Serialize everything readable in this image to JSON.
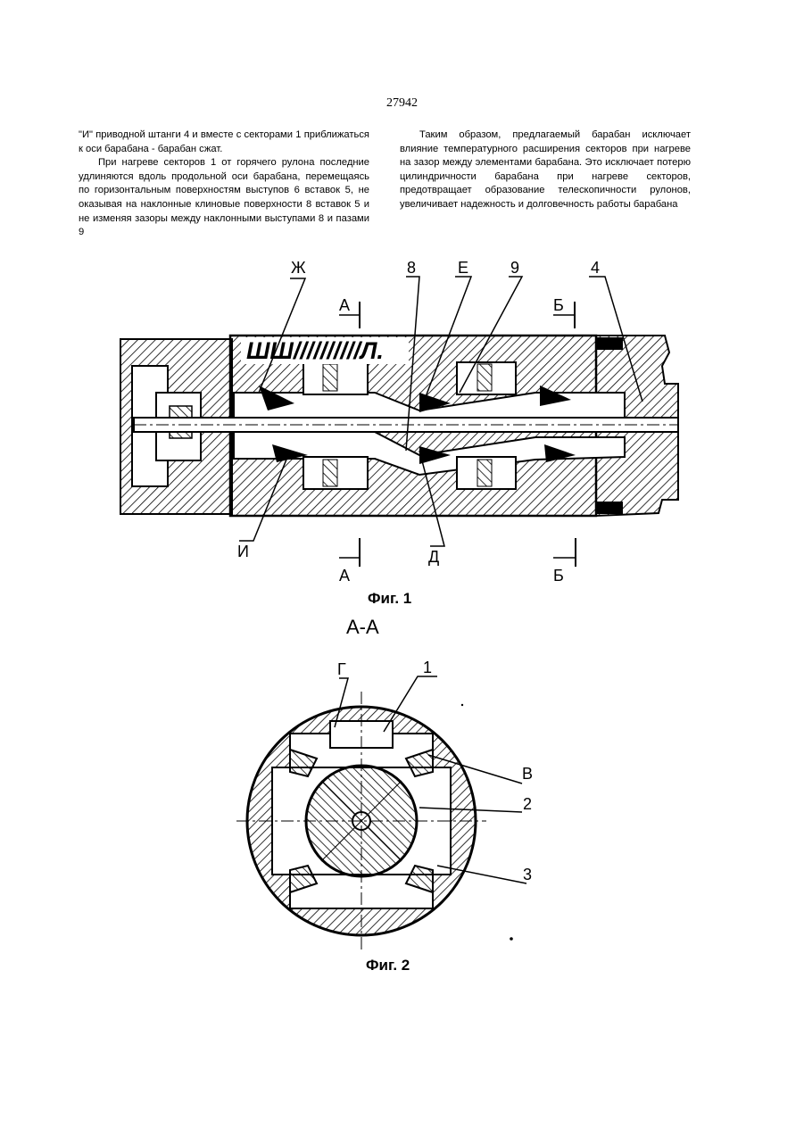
{
  "page_number": "27942",
  "left_column": [
    "\"И\" приводной штанги 4 и вместе с секторами 1 приближаться к оси барабана - барабан сжат.",
    "При нагреве секторов 1 от горячего рулона последние удлиняются вдоль продольной оси барабана, перемещаясь по горизонтальным поверхностям выступов 6 вставок 5, не оказывая на наклонные клиновые поверхности 8 вставок 5 и не изменяя зазоры между наклонными выступами 8 и пазами 9"
  ],
  "right_column": [
    "Таким образом, предлагаемый барабан исключает влияние температурного расширения секторов при нагреве на зазор между элементами барабана. Это исключает потерю цилиндричности барабана при нагреве секторов, предотвращает образование телескопичности рулонов, увеличивает надежность и долговечность работы барабана"
  ],
  "figure1": {
    "caption": "Фиг. 1",
    "overlay_text": "ШШ//////////Л.",
    "labels": {
      "zh": "Ж",
      "eight": "8",
      "e": "Е",
      "nine": "9",
      "four": "4",
      "a_top": "А",
      "b_top": "Б",
      "i": "И",
      "d": "Д",
      "a_bottom": "А",
      "b_bottom": "Б"
    }
  },
  "figure2": {
    "section_title": "А-А",
    "caption": "Фиг. 2",
    "labels": {
      "g": "Г",
      "one": "1",
      "v": "В",
      "two": "2",
      "three": "3"
    }
  }
}
